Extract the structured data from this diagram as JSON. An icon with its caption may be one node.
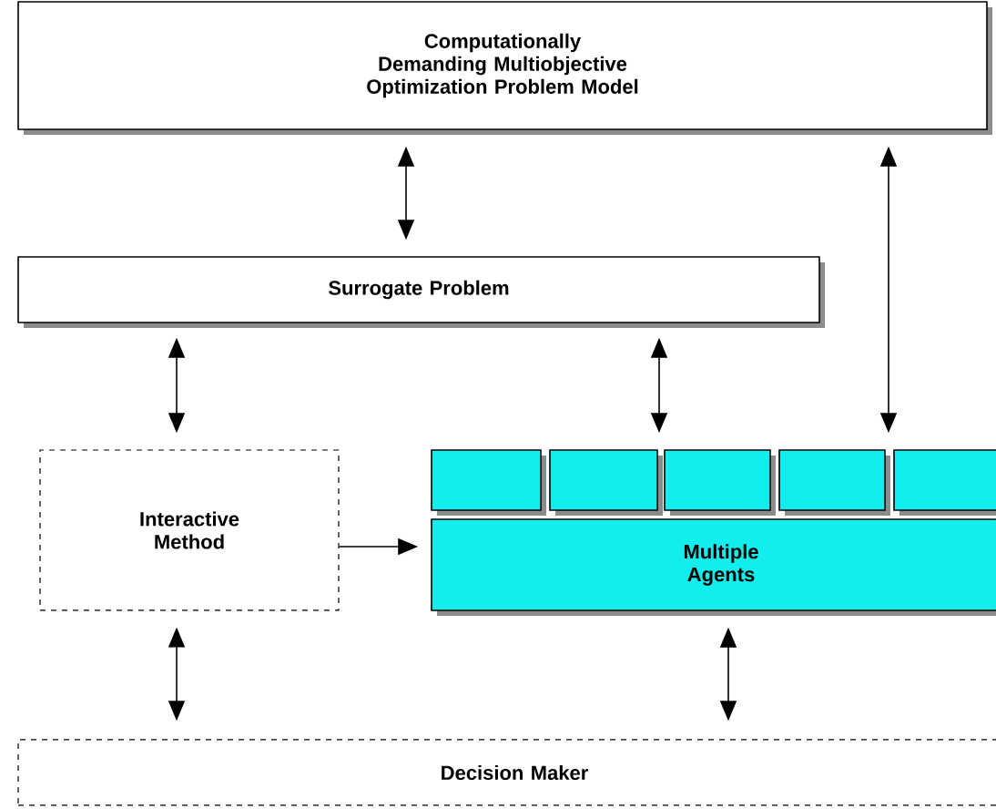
{
  "diagram": {
    "nodes": [
      {
        "text": [
          "Computationally Demanding Multiobjective Optimization Problem Model"
        ]
      },
      {
        "text": [
          "Surrogate Problem"
        ]
      },
      {
        "text": [
          "Interactive Method"
        ]
      },
      {
        "text": [],
        "shape": "box"
      },
      {
        "text": [],
        "shape": "box"
      },
      {
        "text": [],
        "shape": "box"
      },
      {
        "text": [],
        "shape": "box"
      },
      {
        "text": [],
        "shape": "box"
      },
      {
        "text": [
          "Multiple Agents"
        ]
      },
      {
        "text": [
          "Decision Maker"
        ]
      }
    ],
    "edges": [
      {
        "from": 0,
        "to": 1,
        "arrow": "both"
      },
      {
        "from": 1,
        "to": 2,
        "arrow": "both"
      },
      {
        "from": 1,
        "to": 4,
        "arrow": "both"
      },
      {
        "from": 0,
        "to": 6,
        "arrow": "both"
      },
      {
        "from": 2,
        "to": 8,
        "arrow": "to"
      },
      {
        "from": 2,
        "to": 9,
        "arrow": "both"
      },
      {
        "from": 8,
        "to": 9,
        "arrow": "both"
      }
    ]
  }
}
